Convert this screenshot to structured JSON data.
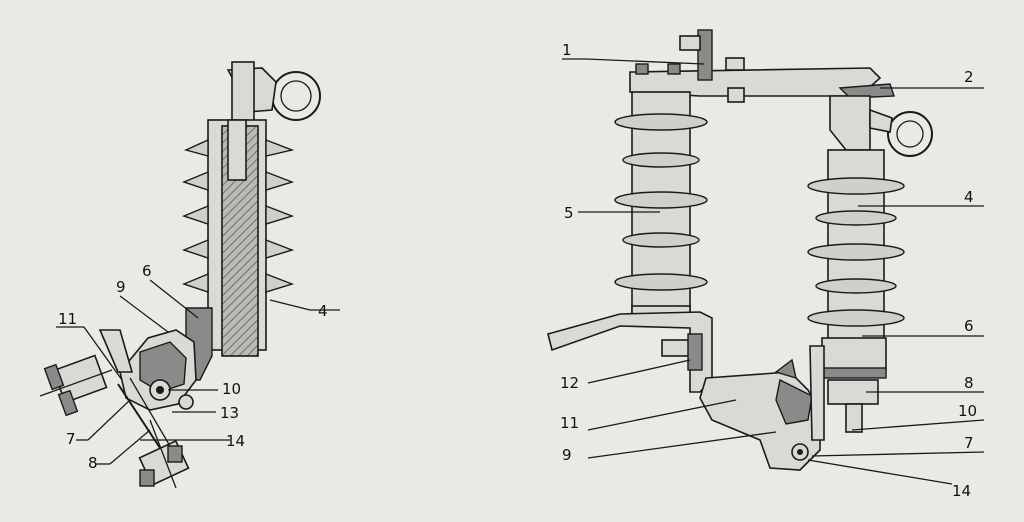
{
  "left_view": {
    "labels": [
      "4",
      "6",
      "9",
      "11",
      "10",
      "13",
      "7",
      "14",
      "8"
    ]
  },
  "right_view": {
    "labels": [
      "1",
      "2",
      "4",
      "5",
      "6",
      "8",
      "10",
      "7",
      "14",
      "12",
      "11",
      "9"
    ]
  }
}
